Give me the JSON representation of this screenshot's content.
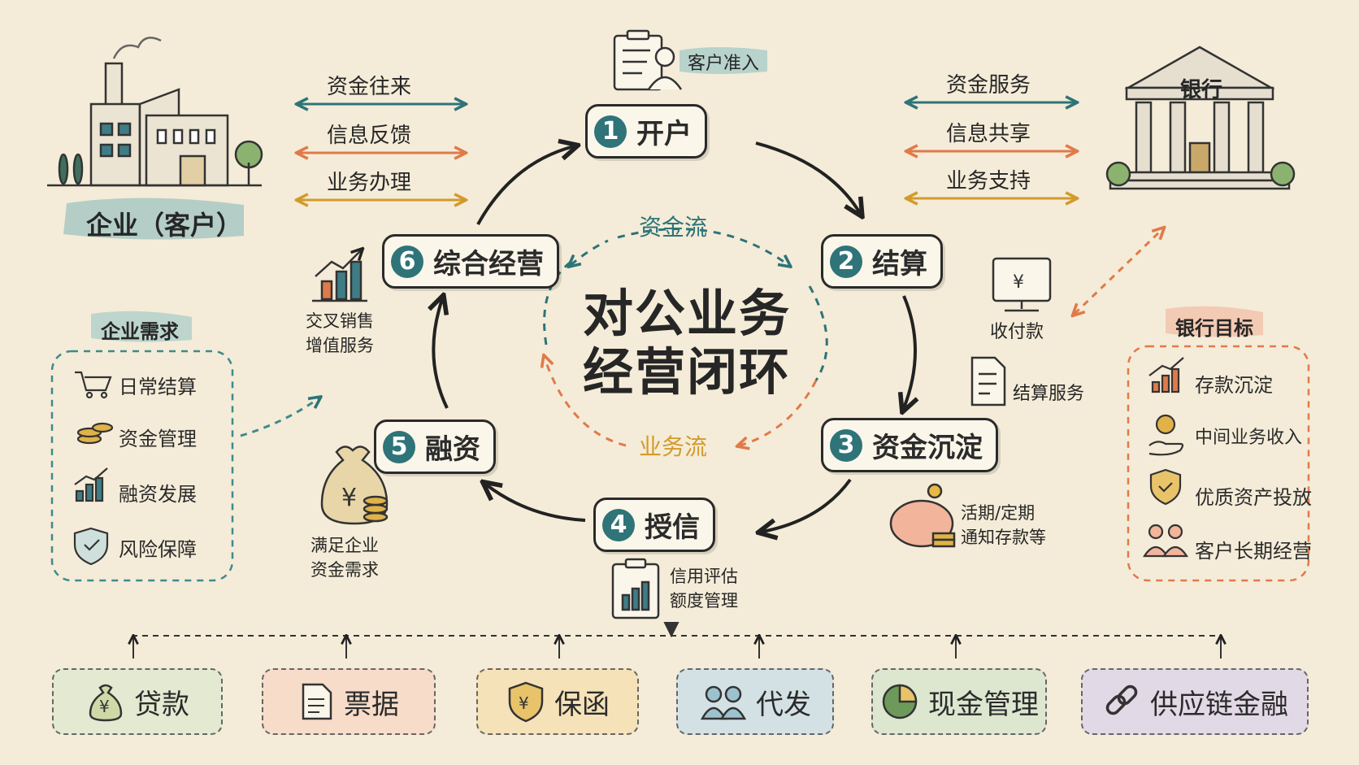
{
  "title": [
    "对公业务",
    "经营闭环"
  ],
  "flows": {
    "capital": "资金流",
    "business": "业务流"
  },
  "steps": [
    {
      "num": "1",
      "label": "开户"
    },
    {
      "num": "2",
      "label": "结算"
    },
    {
      "num": "3",
      "label": "资金沉淀"
    },
    {
      "num": "4",
      "label": "授信"
    },
    {
      "num": "5",
      "label": "融资"
    },
    {
      "num": "6",
      "label": "综合经营"
    }
  ],
  "enterprise": {
    "label": "企业（客户）"
  },
  "bank": {
    "label": "银行"
  },
  "left_arrows": [
    "资金往来",
    "信息反馈",
    "业务办理"
  ],
  "right_arrows": [
    "资金服务",
    "信息共享",
    "业务支持"
  ],
  "annotations": {
    "customer_access": "客户准入",
    "payments": "收付款",
    "settlement_service": "结算服务",
    "deposits": [
      "活期/定期",
      "通知存款等"
    ],
    "credit": [
      "信用评估",
      "额度管理"
    ],
    "financing": [
      "满足企业",
      "资金需求"
    ],
    "cross_sell": [
      "交叉销售",
      "增值服务"
    ]
  },
  "enterprise_needs": {
    "title": "企业需求",
    "items": [
      "日常结算",
      "资金管理",
      "融资发展",
      "风险保障"
    ]
  },
  "bank_goals": {
    "title": "银行目标",
    "items": [
      "存款沉淀",
      "中间业务收入",
      "优质资产投放",
      "客户长期经营"
    ]
  },
  "products": [
    {
      "label": "贷款",
      "icon": "money-bag-icon",
      "color": "#e3ead1"
    },
    {
      "label": "票据",
      "icon": "document-icon",
      "color": "#f6dcc9"
    },
    {
      "label": "保函",
      "icon": "shield-icon",
      "color": "#f6e2b8"
    },
    {
      "label": "代发",
      "icon": "people-icon",
      "color": "#d4e1e4"
    },
    {
      "label": "现金管理",
      "icon": "pie-chart-icon",
      "color": "#dde6cf"
    },
    {
      "label": "供应链金融",
      "icon": "chain-link-icon",
      "color": "#e2d9e6"
    }
  ],
  "colors": {
    "teal": "#2e7478",
    "orange": "#e07a4a",
    "gold": "#d39a2b",
    "dark": "#2a2a2a"
  }
}
